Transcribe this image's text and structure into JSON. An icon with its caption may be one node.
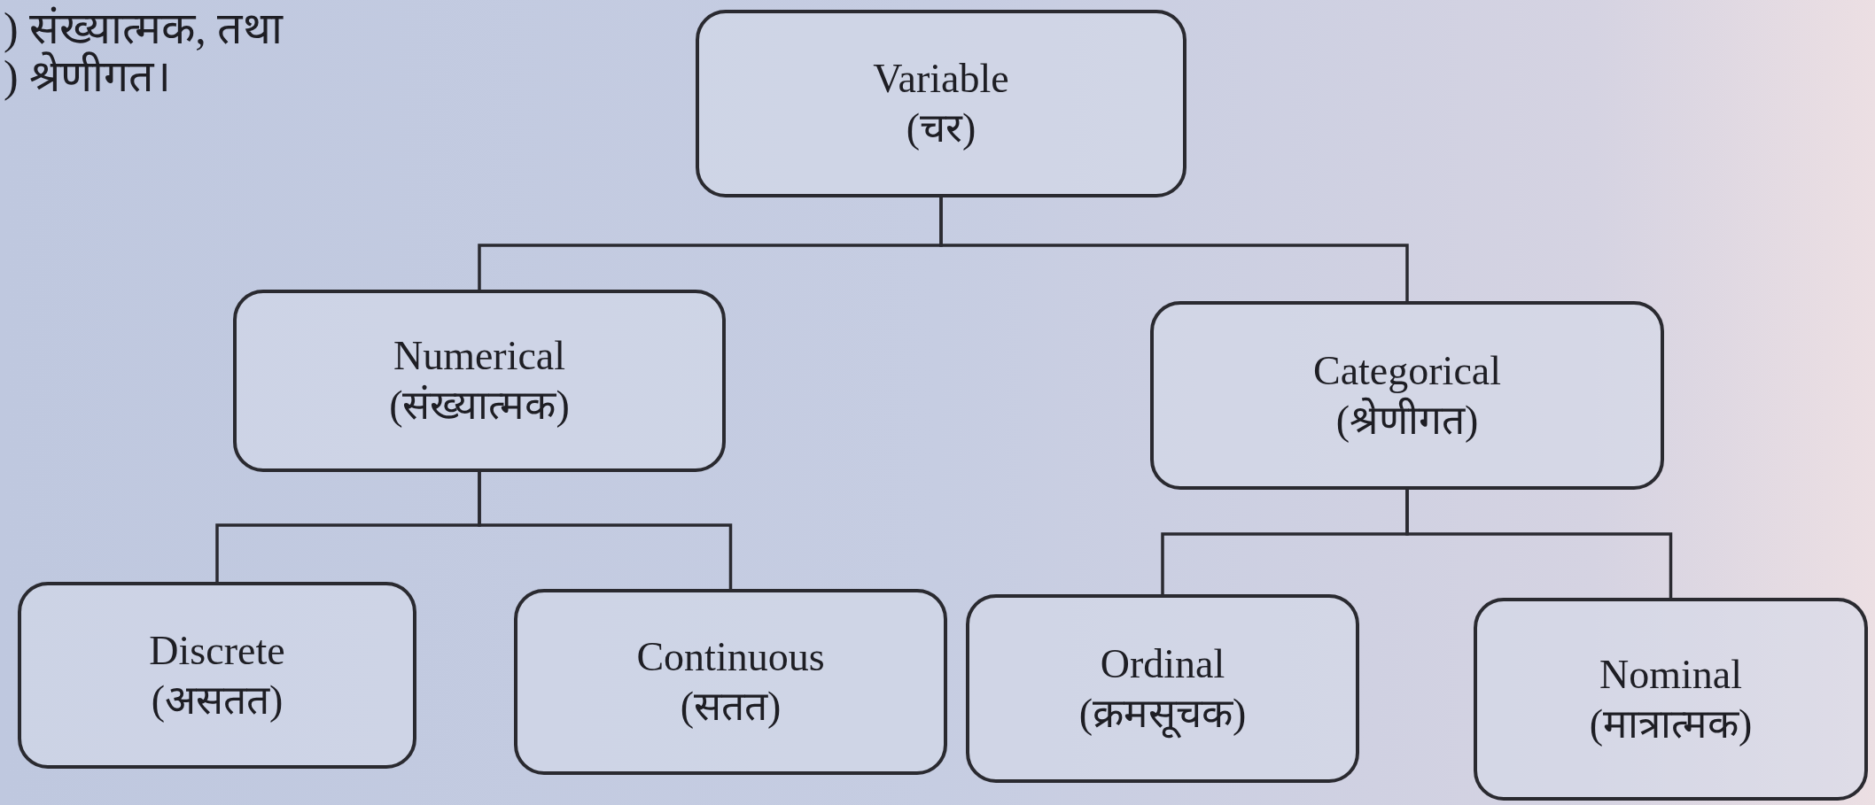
{
  "diagram": {
    "nodes": [
      {
        "text": [
          "Variable",
          "(चर)"
        ]
      },
      {
        "text": [
          "Numerical",
          "(संख्यात्मक)"
        ]
      },
      {
        "text": [
          "Categorical",
          "(श्रेणीगत)"
        ]
      },
      {
        "text": [
          "Discrete",
          "(असतत)"
        ]
      },
      {
        "text": [
          "Continuous",
          "(सतत)"
        ]
      },
      {
        "text": [
          "Ordinal",
          "(क्रमसूचक)"
        ]
      },
      {
        "text": [
          "Nominal",
          "(मात्रात्मक)"
        ]
      }
    ],
    "edges": [
      {
        "from": 0,
        "to": 1,
        "arrow": "none"
      },
      {
        "from": 0,
        "to": 2,
        "arrow": "none"
      },
      {
        "from": 1,
        "to": 3,
        "arrow": "none"
      },
      {
        "from": 1,
        "to": 4,
        "arrow": "none"
      },
      {
        "from": 2,
        "to": 5,
        "arrow": "none"
      },
      {
        "from": 2,
        "to": 6,
        "arrow": "none"
      }
    ],
    "labels": [
      ") संख्यात्मक, तथा",
      ") श्रेणीगत।"
    ]
  }
}
